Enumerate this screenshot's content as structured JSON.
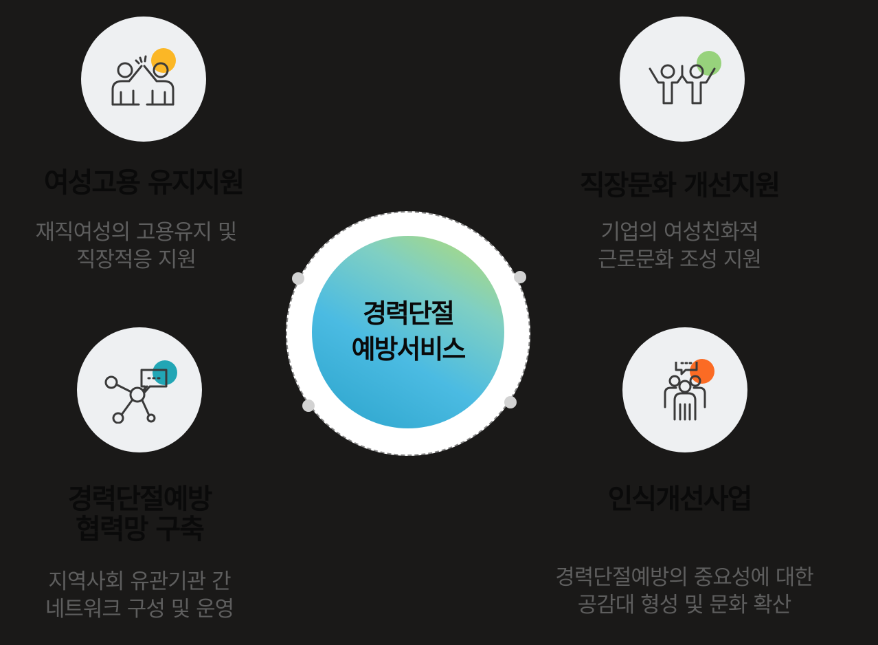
{
  "center": {
    "label": "경력단절\n예방서비스"
  },
  "items": [
    {
      "icon": "high-five-icon",
      "dot_color": "#fbb726",
      "title": "여성고용 유지지원",
      "desc": "재직여성의 고용유지 및\n직장적응 지원"
    },
    {
      "icon": "team-cheer-icon",
      "dot_color": "#97d27c",
      "title": "직장문화  개선지원",
      "desc": "기업의 여성친화적\n근로문화 조성 지원"
    },
    {
      "icon": "network-chat-icon",
      "dot_color": "#22a6b5",
      "title": "경력단절예방\n협력망 구축",
      "desc": "지역사회 유관기관 간\n네트워크 구성 및 운영"
    },
    {
      "icon": "group-chat-icon",
      "dot_color": "#fb6b24",
      "title": "인식개선사업",
      "desc": "경력단절예방의  중요성에 대한\n공감대 형성 및 문화 확산"
    }
  ]
}
